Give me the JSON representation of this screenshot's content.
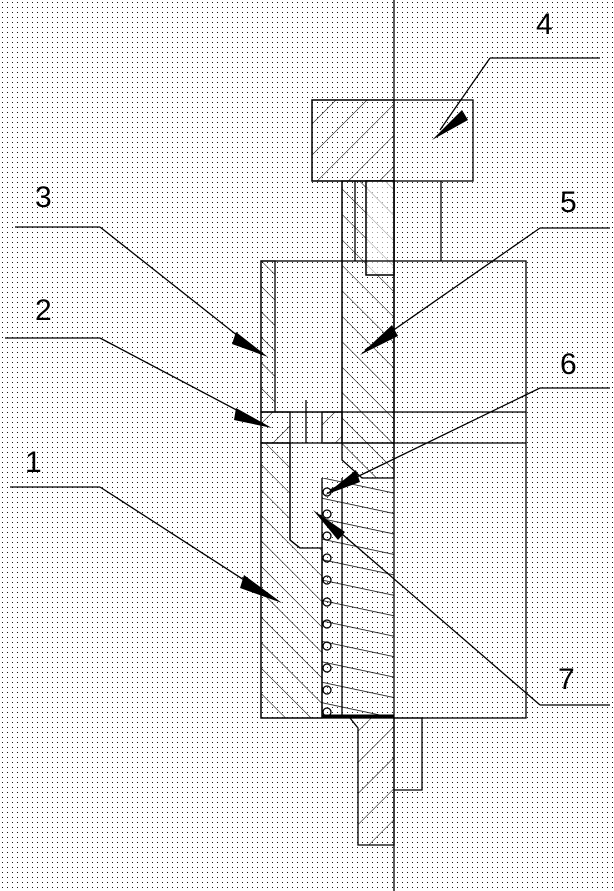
{
  "labels": {
    "part1": "1",
    "part2": "2",
    "part3": "3",
    "part4": "4",
    "part5": "5",
    "part6": "6",
    "part7": "7"
  },
  "colors": {
    "line": "#000000",
    "background": "#ffffff"
  }
}
